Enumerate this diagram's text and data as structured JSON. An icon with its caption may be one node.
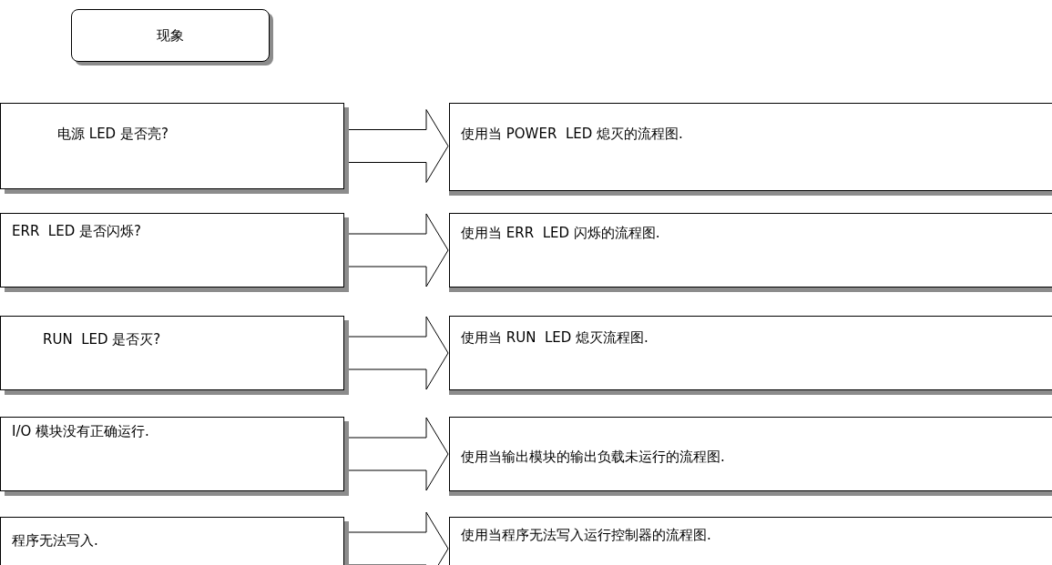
{
  "diagram": {
    "nodes": [
      {
        "text": [
          "现象"
        ]
      },
      {
        "text": [
          "电源 LED 是否亮?"
        ]
      },
      {
        "text": [
          "使用当 POWER  LED 熄灭的流程图."
        ]
      },
      {
        "text": [
          "ERR  LED 是否闪烁?"
        ]
      },
      {
        "text": [
          "使用当 ERR  LED 闪烁的流程图."
        ]
      },
      {
        "text": [
          "RUN  LED 是否灭?"
        ]
      },
      {
        "text": [
          "使用当 RUN  LED 熄灭流程图."
        ]
      },
      {
        "text": [
          "I/O 模块没有正确运行."
        ]
      },
      {
        "text": [
          "使用当输出模块的输出负载未运行的流程图."
        ]
      },
      {
        "text": [
          "程序无法写入."
        ]
      },
      {
        "text": [
          "使用当程序无法写入运行控制器的流程图."
        ]
      }
    ],
    "edges": [
      {
        "from": 1,
        "to": 2,
        "arrow": "to"
      },
      {
        "from": 3,
        "to": 4,
        "arrow": "to"
      },
      {
        "from": 5,
        "to": 6,
        "arrow": "to"
      },
      {
        "from": 7,
        "to": 8,
        "arrow": "to"
      },
      {
        "from": 9,
        "to": 10,
        "arrow": "to"
      }
    ]
  }
}
